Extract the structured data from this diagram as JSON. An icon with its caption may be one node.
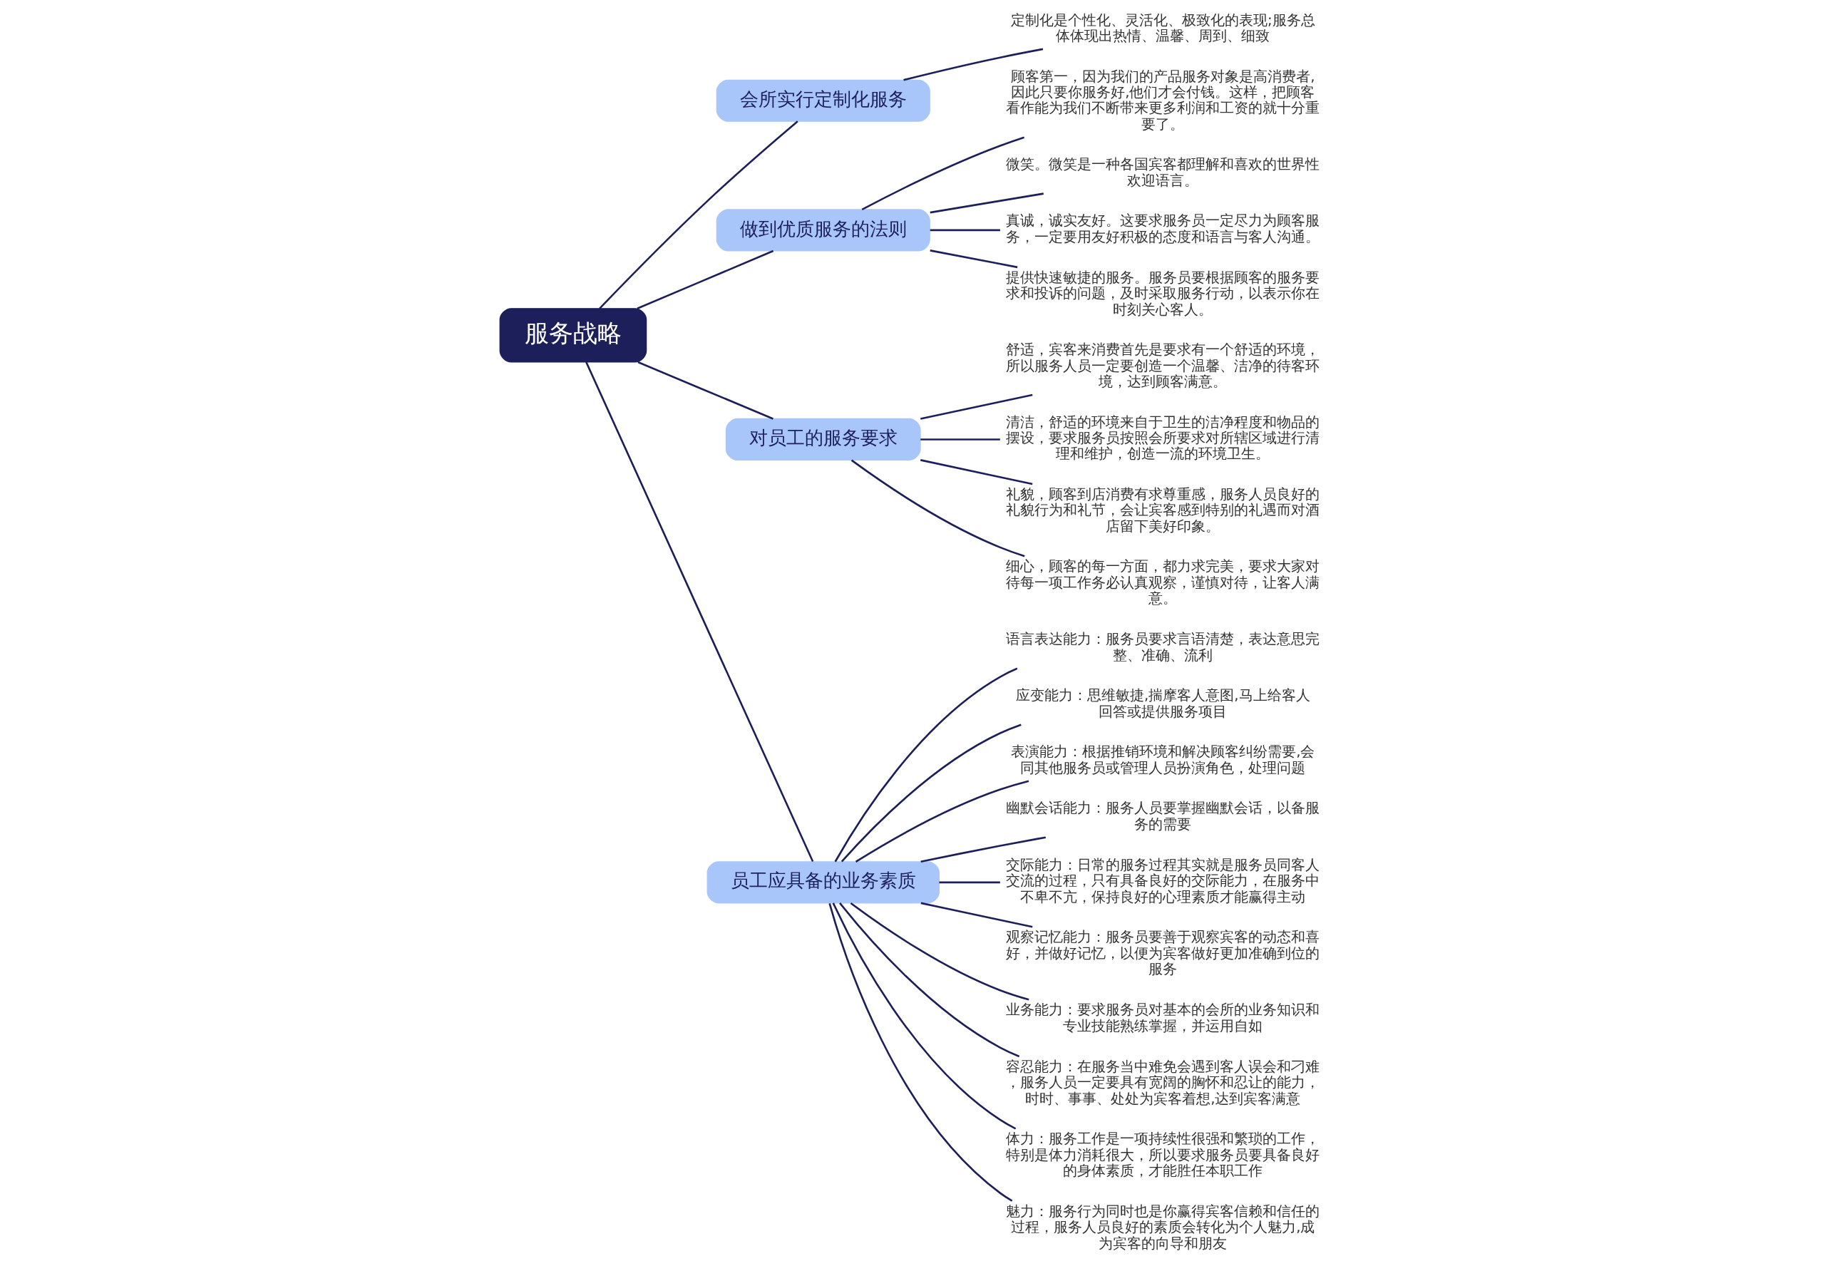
{
  "diagram": {
    "nodes": [
      {
        "text": [
          "服务战略"
        ]
      },
      {
        "text": [
          "会所实行定制化服务"
        ]
      },
      {
        "text": [
          "定制化是个性化、灵活化、极致化的表现;服务总体体现出热情、温馨、周到、细致"
        ]
      },
      {
        "text": [
          "做到优质服务的法则"
        ]
      },
      {
        "text": [
          "顾客第一，因为我们的产品服务对象是高消费者,因此只要你服务好,他们才会付钱。这样，把顾客看作能为我们不断带来更多利润和工资的就十分重要了。"
        ]
      },
      {
        "text": [
          "微笑。微笑是一种各国宾客都理解和喜欢的世界性欢迎语言。"
        ]
      },
      {
        "text": [
          "真诚，诚实友好。这要求服务员一定尽力为顾客服务，一定要用友好积极的态度和语言与客人沟通。"
        ]
      },
      {
        "text": [
          "提供快速敏捷的服务。服务员要根据顾客的服务要求和投诉的问题，及时采取服务行动，以表示你在时刻关心客人。"
        ]
      },
      {
        "text": [
          "对员工的服务要求"
        ]
      },
      {
        "text": [
          "舒适，宾客来消费首先是要求有一个舒适的环境，所以服务人员一定要创造一个温馨、洁净的待客环境，达到顾客满意。"
        ]
      },
      {
        "text": [
          "清洁，舒适的环境来自于卫生的洁净程度和物品的摆设，要求服务员按照会所要求对所辖区域进行清理和维护，创造一流的环境卫生。"
        ]
      },
      {
        "text": [
          "礼貌，顾客到店消费有求尊重感，服务人员良好的礼貌行为和礼节，会让宾客感到特别的礼遇而对酒店留下美好印象。"
        ]
      },
      {
        "text": [
          "细心，顾客的每一方面，都力求完美，要求大家对待每一项工作务必认真观察，谨慎对待，让客人满意。"
        ]
      },
      {
        "text": [
          "员工应具备的业务素质"
        ]
      },
      {
        "text": [
          "语言表达能力：服务员要求言语清楚，表达意思完整、准确、流利"
        ]
      },
      {
        "text": [
          "应变能力：思维敏捷,揣摩客人意图,马上给客人回答或提供服务项目"
        ]
      },
      {
        "text": [
          "表演能力：根据推销环境和解决顾客纠纷需要,会同其他服务员或管理人员扮演角色，处理问题"
        ]
      },
      {
        "text": [
          "幽默会话能力：服务人员要掌握幽默会话，以备服务的需要"
        ]
      },
      {
        "text": [
          "交际能力：日常的服务过程其实就是服务员同客人交流的过程，只有具备良好的交际能力，在服务中不卑不亢，保持良好的心理素质才能赢得主动"
        ]
      },
      {
        "text": [
          "观察记忆能力：服务员要善于观察宾客的动态和喜好，并做好记忆，以便为宾客做好更加准确到位的服务"
        ]
      },
      {
        "text": [
          "业务能力：要求服务员对基本的会所的业务知识和专业技能熟练掌握，并运用自如"
        ]
      },
      {
        "text": [
          "容忍能力：在服务当中难免会遇到客人误会和刁难，服务人员一定要具有宽阔的胸怀和忍让的能力，时时、事事、处处为宾客着想,达到宾客满意"
        ]
      },
      {
        "text": [
          "体力：服务工作是一项持续性很强和繁琐的工作，特别是体力消耗很大，所以要求服务员要具备良好的身体素质，才能胜任本职工作"
        ]
      },
      {
        "text": [
          "魅力：服务行为同时也是你赢得宾客信赖和信任的过程，服务人员良好的素质会转化为个人魅力,成为宾客的向导和朋友"
        ]
      }
    ],
    "edges": [
      {
        "from": 0,
        "to": 1,
        "arrow": "none"
      },
      {
        "from": 1,
        "to": 2,
        "arrow": "none"
      },
      {
        "from": 0,
        "to": 3,
        "arrow": "none"
      },
      {
        "from": 3,
        "to": 4,
        "arrow": "none"
      },
      {
        "from": 3,
        "to": 5,
        "arrow": "none"
      },
      {
        "from": 3,
        "to": 6,
        "arrow": "none"
      },
      {
        "from": 3,
        "to": 7,
        "arrow": "none"
      },
      {
        "from": 0,
        "to": 8,
        "arrow": "none"
      },
      {
        "from": 8,
        "to": 9,
        "arrow": "none"
      },
      {
        "from": 8,
        "to": 10,
        "arrow": "none"
      },
      {
        "from": 8,
        "to": 11,
        "arrow": "none"
      },
      {
        "from": 8,
        "to": 12,
        "arrow": "none"
      },
      {
        "from": 0,
        "to": 13,
        "arrow": "none"
      },
      {
        "from": 13,
        "to": 14,
        "arrow": "none"
      },
      {
        "from": 13,
        "to": 15,
        "arrow": "none"
      },
      {
        "from": 13,
        "to": 16,
        "arrow": "none"
      },
      {
        "from": 13,
        "to": 17,
        "arrow": "none"
      },
      {
        "from": 13,
        "to": 18,
        "arrow": "none"
      },
      {
        "from": 13,
        "to": 19,
        "arrow": "none"
      },
      {
        "from": 13,
        "to": 20,
        "arrow": "none"
      },
      {
        "from": 13,
        "to": 21,
        "arrow": "none"
      },
      {
        "from": 13,
        "to": 22,
        "arrow": "none"
      },
      {
        "from": 13,
        "to": 23,
        "arrow": "none"
      }
    ]
  }
}
